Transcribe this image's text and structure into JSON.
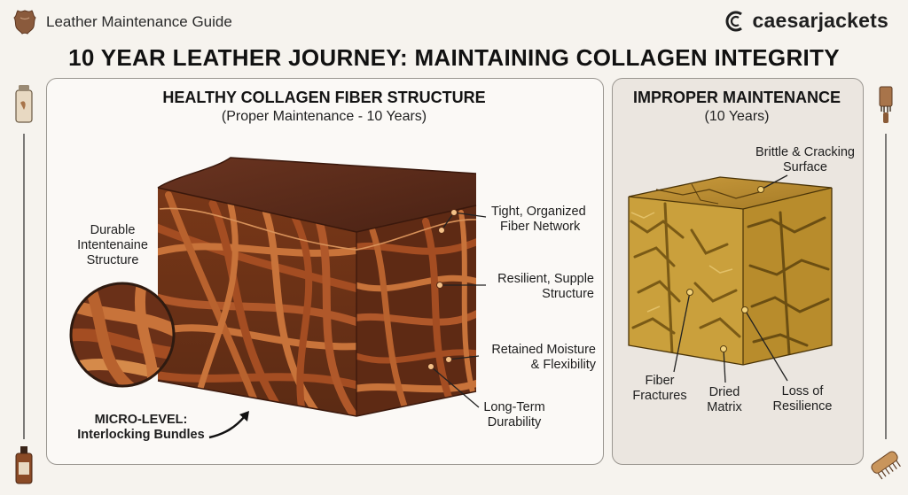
{
  "header": {
    "guide_label": "Leather Maintenance Guide",
    "brand_name": "caesarjackets",
    "logo_icon": "leather-hide-icon",
    "brand_icon": "caesar-c-logo-icon"
  },
  "title": "10 YEAR LEATHER JOURNEY: MAINTAINING COLLAGEN INTEGRITY",
  "left_panel": {
    "title": "HEALTHY COLLAGEN FIBER STRUCTURE",
    "subtitle": "(Proper Maintenance - 10 Years)",
    "labels": {
      "durable_l1": "Durable",
      "durable_l2": "Intentenaine",
      "durable_l3": "Structure",
      "tight_l1": "Tight, Organized",
      "tight_l2": "Fiber Network",
      "resilient_l1": "Resilient, Supple",
      "resilient_l2": "Structure",
      "moisture_l1": "Retained Moisture",
      "moisture_l2": "& Flexibility",
      "longterm_l1": "Long-Term",
      "longterm_l2": "Durability",
      "micro_l1": "MICRO-LEVEL:",
      "micro_l2": "Interlocking Bundles"
    }
  },
  "right_panel": {
    "title": "IMPROPER MAINTENANCE",
    "subtitle": "(10 Years)",
    "labels": {
      "brittle_l1": "Brittle & Cracking",
      "brittle_l2": "Surface",
      "fiber_l1": "Fiber",
      "fiber_l2": "Fractures",
      "dried_l1": "Dried",
      "dried_l2": "Matrix",
      "loss_l1": "Loss of",
      "loss_l2": "Resilience"
    }
  },
  "side_icons": [
    "conditioner-tube-icon",
    "cleaner-bottle-icon",
    "brush-icon",
    "scrub-brush-icon"
  ],
  "colors": {
    "healthy_top": "#5a2a18",
    "healthy_fiber": "#a44d22",
    "healthy_fiber_light": "#c8733a",
    "degraded_fiber": "#c9a035",
    "degraded_dark": "#7a5a16",
    "panel_border": "#9a9690"
  }
}
